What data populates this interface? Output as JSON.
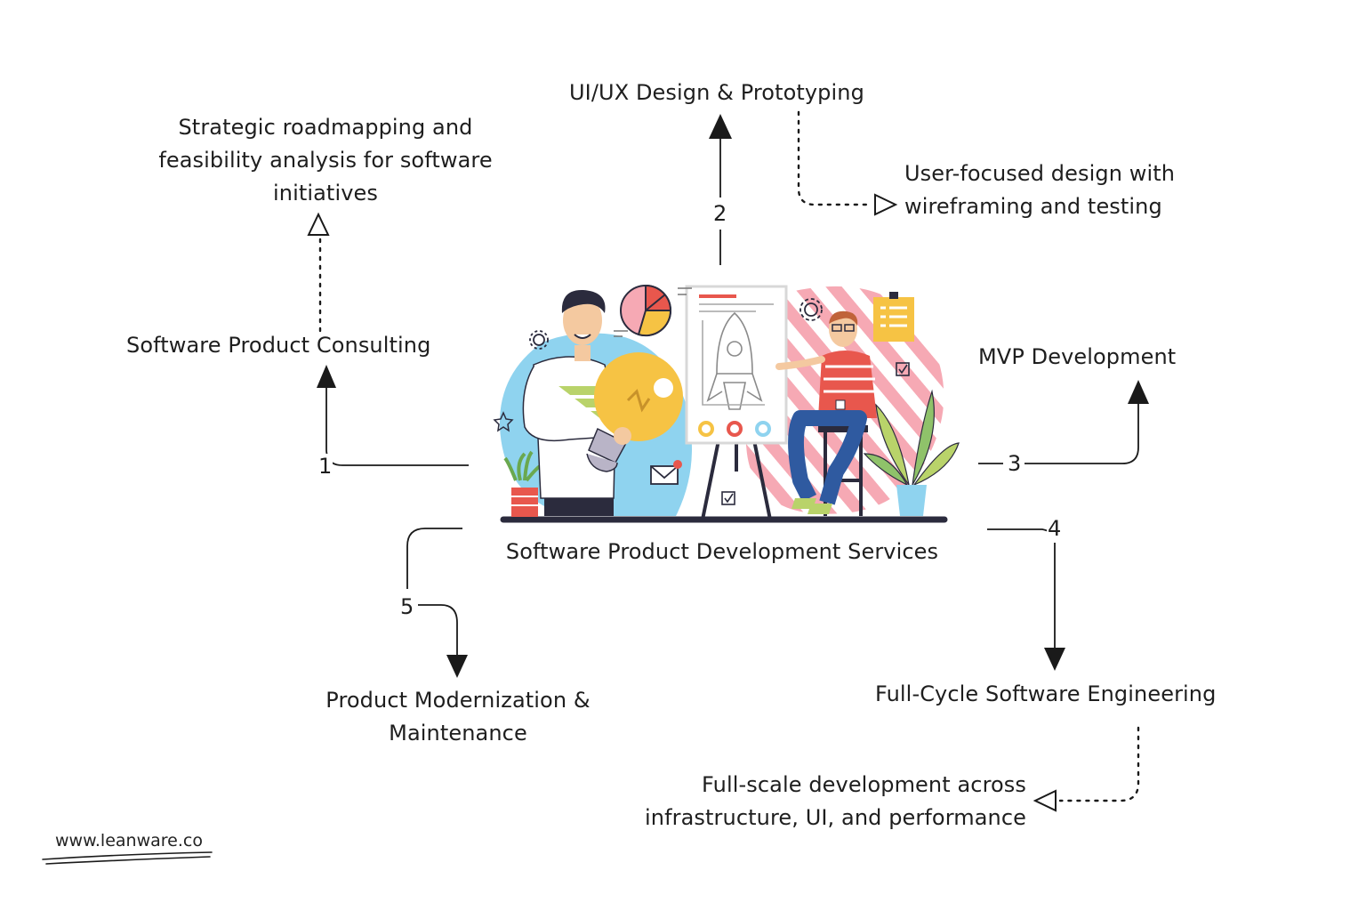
{
  "center": {
    "title": "Software Product Development Services"
  },
  "nodes": [
    {
      "num": "1",
      "title": "Software Product Consulting",
      "detail": [
        "Strategic roadmapping and",
        "feasibility analysis for software",
        "initiatives"
      ]
    },
    {
      "num": "2",
      "title": "UI/UX Design & Prototyping",
      "detail": [
        "User-focused design with",
        "wireframing and testing"
      ]
    },
    {
      "num": "3",
      "title": "MVP Development"
    },
    {
      "num": "4",
      "title": "Full-Cycle Software Engineering",
      "detail": [
        "Full-scale development across",
        "infrastructure, UI, and performance"
      ]
    },
    {
      "num": "5",
      "title": [
        "Product Modernization &",
        "Maintenance"
      ]
    }
  ],
  "footer": {
    "website": "www.leanware.co"
  },
  "colors": {
    "text": "#1e1e1e",
    "line": "#1a1a1a",
    "accent_red": "#e8574d",
    "accent_yellow": "#f6c344",
    "accent_blue": "#8fd3ef",
    "accent_pink": "#f6a9b4",
    "accent_green": "#b9d36a"
  },
  "illustration": {
    "icons": [
      "gear-icon",
      "pie-chart-icon",
      "rocket-icon",
      "lightbulb-icon",
      "envelope-icon",
      "checkbox-icon",
      "star-icon",
      "clipboard-icon",
      "plant-icon"
    ]
  }
}
